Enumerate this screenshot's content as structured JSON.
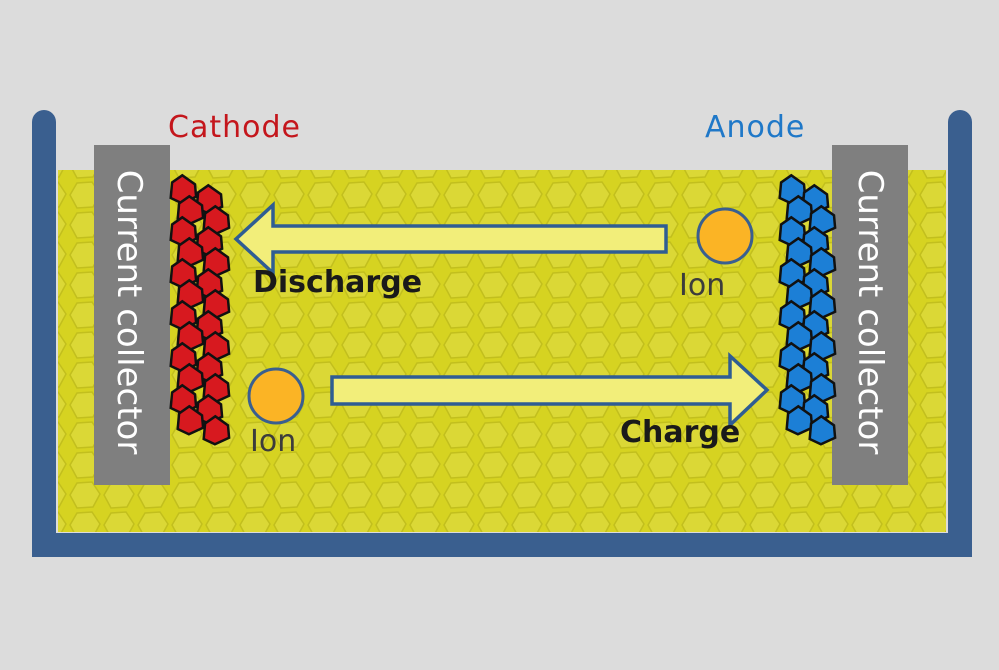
{
  "labels": {
    "cathode": "Cathode",
    "anode": "Anode",
    "current_collector_left": "Current collector",
    "current_collector_right": "Current collector",
    "discharge": "Discharge",
    "charge": "Charge",
    "ion_right": "Ion",
    "ion_left": "Ion"
  },
  "colors": {
    "background": "#dcdcdc",
    "container": "#3a5f8f",
    "electrolyte": "#d6d321",
    "cathode": "#d7191f",
    "anode": "#1c7fd6",
    "collector": "#7f7f7f",
    "ion": "#fbb425",
    "arrow_fill": "#f2ee7a",
    "arrow_stroke": "#2f5d93"
  }
}
